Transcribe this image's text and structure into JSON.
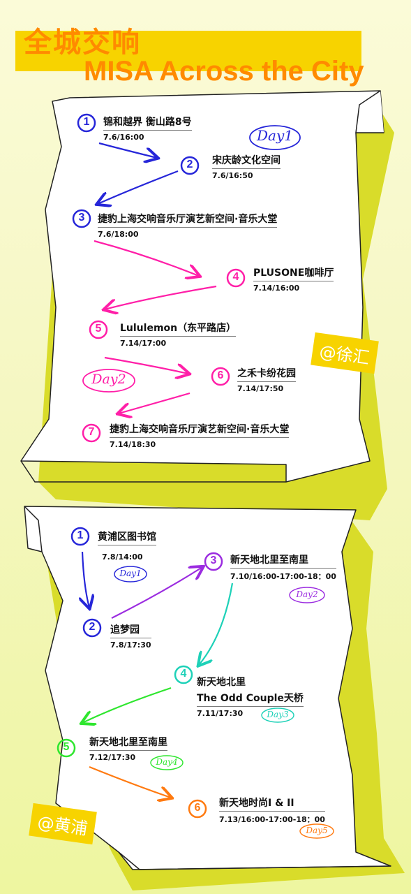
{
  "header": {
    "title_cn": "全城交响",
    "title_en": "MISA Across the City"
  },
  "colors": {
    "yellow": "#f7d300",
    "orange": "#ff8a00",
    "blue": "#2626d9",
    "magenta": "#ff1fa8",
    "purple": "#9b2ce0",
    "teal": "#1ed1b8",
    "green": "#2ee62e",
    "deep_orange": "#ff7a10"
  },
  "route1": {
    "region": "@徐汇",
    "day_tags": [
      "Day1",
      "Day2"
    ],
    "stops": [
      {
        "num": "1",
        "name": "锦和越界 衡山路8号",
        "time": "7.6/16:00"
      },
      {
        "num": "2",
        "name": "宋庆龄文化空间",
        "time": "7.6/16:50"
      },
      {
        "num": "3",
        "name": "捷豹上海交响音乐厅演艺新空间·音乐大堂",
        "time": "7.6/18:00"
      },
      {
        "num": "4",
        "name": "PLUSONE咖啡厅",
        "time": "7.14/16:00"
      },
      {
        "num": "5",
        "name": "Lululemon（东平路店）",
        "time": "7.14/17:00"
      },
      {
        "num": "6",
        "name": "之禾卡纷花园",
        "time": "7.14/17:50"
      },
      {
        "num": "7",
        "name": "捷豹上海交响音乐厅演艺新空间·音乐大堂",
        "time": "7.14/18:30"
      }
    ]
  },
  "route2": {
    "region": "@黄浦",
    "day_tags": [
      "Day1",
      "Day2",
      "Day3",
      "Day4",
      "Day5"
    ],
    "stops": [
      {
        "num": "1",
        "name": "黄浦区图书馆",
        "time": "7.8/14:00"
      },
      {
        "num": "2",
        "name": "追梦园",
        "time": "7.8/17:30"
      },
      {
        "num": "3",
        "name": "新天地北里至南里",
        "time": "7.10/16:00-17:00-18：00"
      },
      {
        "num": "4",
        "name": "新天地北里",
        "name2": "The Odd Couple天桥",
        "time": "7.11/17:30"
      },
      {
        "num": "5",
        "name": "新天地北里至南里",
        "time": "7.12/17:30"
      },
      {
        "num": "6",
        "name": "新天地时尚I & II",
        "time": "7.13/16:00-17:00-18：00"
      }
    ]
  }
}
